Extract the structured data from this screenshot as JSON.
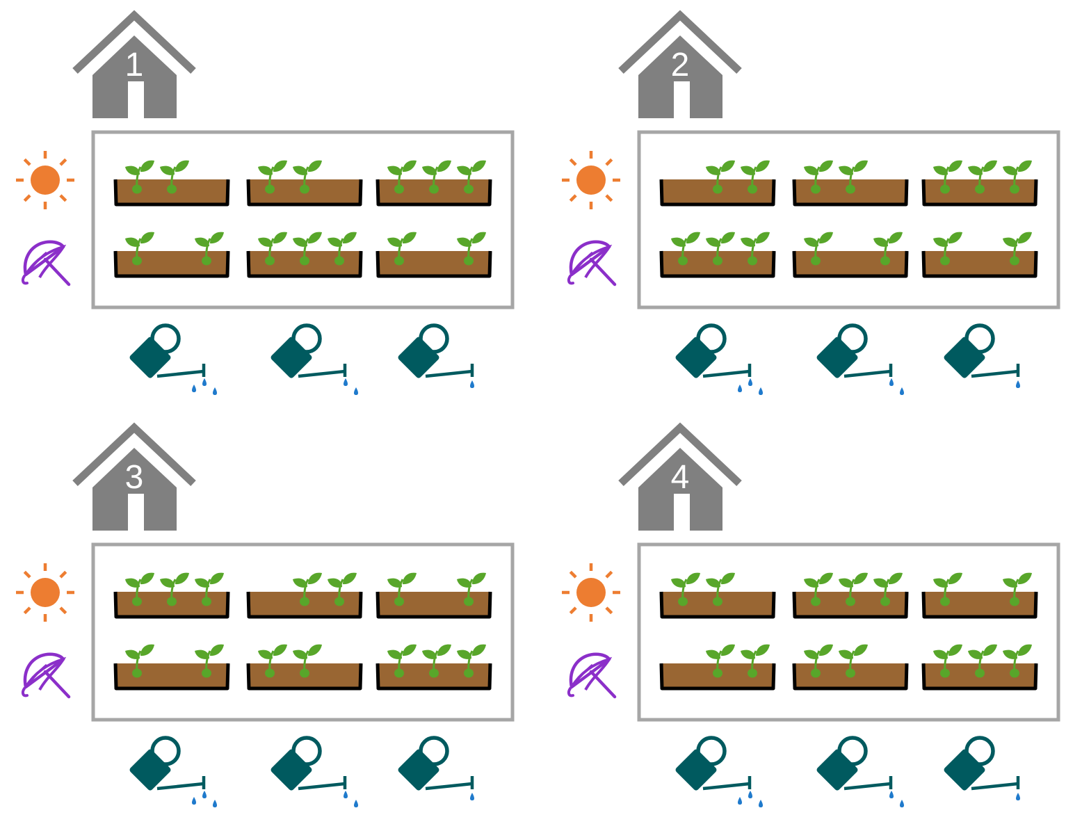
{
  "colors": {
    "house": "#808080",
    "frame": "#a6a6a6",
    "soil": "#996633",
    "tray": "#000000",
    "plant": "#58a62a",
    "sun": "#ed7d31",
    "umbrella": "#8b2fc9",
    "can": "#005a5f",
    "drop": "#1f7acc"
  },
  "icons": {
    "house": "house-icon",
    "sun": "sun-icon",
    "umbrella": "umbrella-icon",
    "can": "watering-can-icon",
    "plant": "seedling-icon",
    "drop": "water-drop-icon"
  },
  "greenhouses": [
    {
      "label": "1",
      "sunny_row": [
        [
          0,
          1
        ],
        [
          0,
          1
        ],
        [
          0,
          1,
          2
        ]
      ],
      "shaded_row": [
        [
          0,
          2
        ],
        [
          0,
          1,
          2
        ],
        [
          0,
          2
        ]
      ],
      "water_drops": [
        3,
        2,
        1
      ]
    },
    {
      "label": "2",
      "sunny_row": [
        [
          1,
          2
        ],
        [
          0,
          1
        ],
        [
          0,
          1,
          2
        ]
      ],
      "shaded_row": [
        [
          0,
          1,
          2
        ],
        [
          0,
          2
        ],
        [
          0,
          2
        ]
      ],
      "water_drops": [
        3,
        2,
        1
      ]
    },
    {
      "label": "3",
      "sunny_row": [
        [
          0,
          1,
          2
        ],
        [
          1,
          2
        ],
        [
          0,
          2
        ]
      ],
      "shaded_row": [
        [
          0,
          2
        ],
        [
          0,
          1
        ],
        [
          0,
          1,
          2
        ]
      ],
      "water_drops": [
        3,
        2,
        1
      ]
    },
    {
      "label": "4",
      "sunny_row": [
        [
          0,
          1
        ],
        [
          0,
          1,
          2
        ],
        [
          0,
          2
        ]
      ],
      "shaded_row": [
        [
          1,
          2
        ],
        [
          0,
          1
        ],
        [
          0,
          1,
          2
        ]
      ],
      "water_drops": [
        3,
        2,
        1
      ]
    }
  ]
}
